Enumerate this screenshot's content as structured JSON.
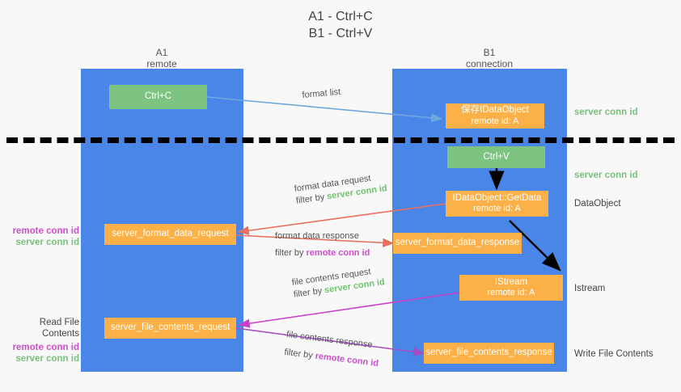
{
  "title": {
    "line1": "A1 - Ctrl+C",
    "line2": "B1 - Ctrl+V"
  },
  "columns": [
    {
      "name": "A1",
      "sub": "remote"
    },
    {
      "name": "B1",
      "sub": "connection"
    }
  ],
  "boxes": {
    "ctrl_c": {
      "label": "Ctrl+C"
    },
    "ctrl_v": {
      "label": "Ctrl+V"
    },
    "save_dataobject": {
      "line1": "保存IDataObject",
      "line2": "remote id: A"
    },
    "getdata": {
      "line1": "IDataObject::GetData",
      "line2": "remote id: A"
    },
    "istream": {
      "line1": "IStream",
      "line2": "remote id: A"
    },
    "format_data_request": {
      "label": "server_format_data_request"
    },
    "format_data_response": {
      "label": "server_format_data_response"
    },
    "file_contents_request": {
      "label": "server_file_contents_request"
    },
    "file_contents_response": {
      "label": "server_file_contents_response"
    }
  },
  "arrow_labels": {
    "format_list": {
      "text": "format list"
    },
    "format_data_request": {
      "line1": "format data request",
      "filter_prefix": "filter by ",
      "filter_key": "server conn id"
    },
    "format_data_response": {
      "line1": "format data response",
      "filter_prefix": "filter by ",
      "filter_key": "remote conn id"
    },
    "file_contents_request": {
      "line1": "file contents request",
      "filter_prefix": "filter by ",
      "filter_key": "server conn id"
    },
    "file_contents_response": {
      "line1": "file contents response",
      "filter_prefix": "filter by ",
      "filter_key": "remote conn id"
    }
  },
  "right_annotations": {
    "server_conn_id_top": "server conn id",
    "server_conn_id_mid": "server conn id",
    "dataobject": "DataObject",
    "istream": "Istream",
    "write_file_contents": "Write File Contents"
  },
  "left_annotations": {
    "mid_remote": "remote conn id",
    "mid_server": "server conn id",
    "read_file_contents": "Read File Contents",
    "bottom_remote": "remote conn id",
    "bottom_server": "server conn id"
  },
  "colors": {
    "lane": "#4a86e8",
    "box_orange": "#fbb147",
    "box_green": "#7cc47f",
    "arrow_blue": "#6fa8dc",
    "arrow_red": "#e8705f",
    "arrow_magenta": "#cc3fcc",
    "arrow_purple": "#a44ec4",
    "arrow_black": "#000000",
    "text_green": "#7ac07c",
    "text_magenta": "#cc4ecc",
    "background": "#f8f8f8"
  }
}
